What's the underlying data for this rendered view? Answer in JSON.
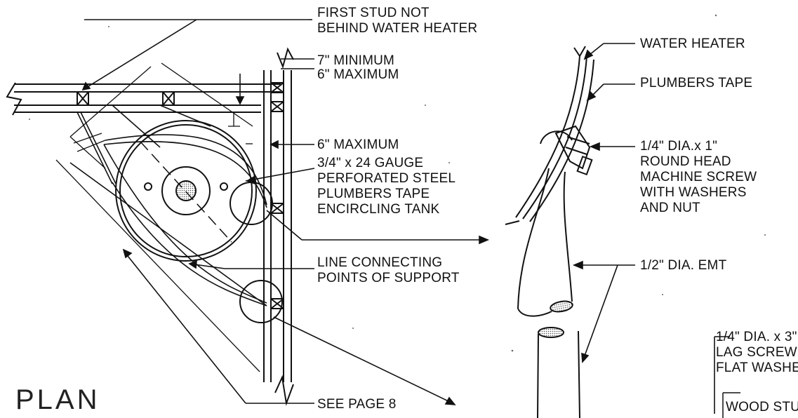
{
  "labels": {
    "first_stud": [
      "FIRST STUD NOT",
      "BEHIND WATER HEATER"
    ],
    "min7": "7\" MINIMUM",
    "max6_top": "6\" MAXIMUM",
    "max6_mid": "6\" MAXIMUM",
    "tape_spec": [
      "3/4\" x 24 GAUGE",
      "PERFORATED STEEL",
      "PLUMBERS TAPE",
      "ENCIRCLING TANK"
    ],
    "line_connecting": [
      "LINE CONNECTING",
      "POINTS OF SUPPORT"
    ],
    "see_page": "SEE PAGE 8",
    "plan_title": "PLAN",
    "water_heater": "WATER HEATER",
    "plumbers_tape": "PLUMBERS TAPE",
    "machine_screw": [
      "1/4\" DIA.x 1\"",
      "ROUND HEAD",
      "MACHINE SCREW",
      "WITH WASHERS",
      "AND NUT"
    ],
    "emt": "1/2\" DIA. EMT",
    "lag_screw": [
      "1/4\" DIA. x 3\"",
      "LAG SCREW WITH",
      "FLAT WASHER"
    ],
    "wood_stud": "WOOD STUD"
  },
  "colors": {
    "ink": "#111111",
    "hatch": "#777777"
  }
}
